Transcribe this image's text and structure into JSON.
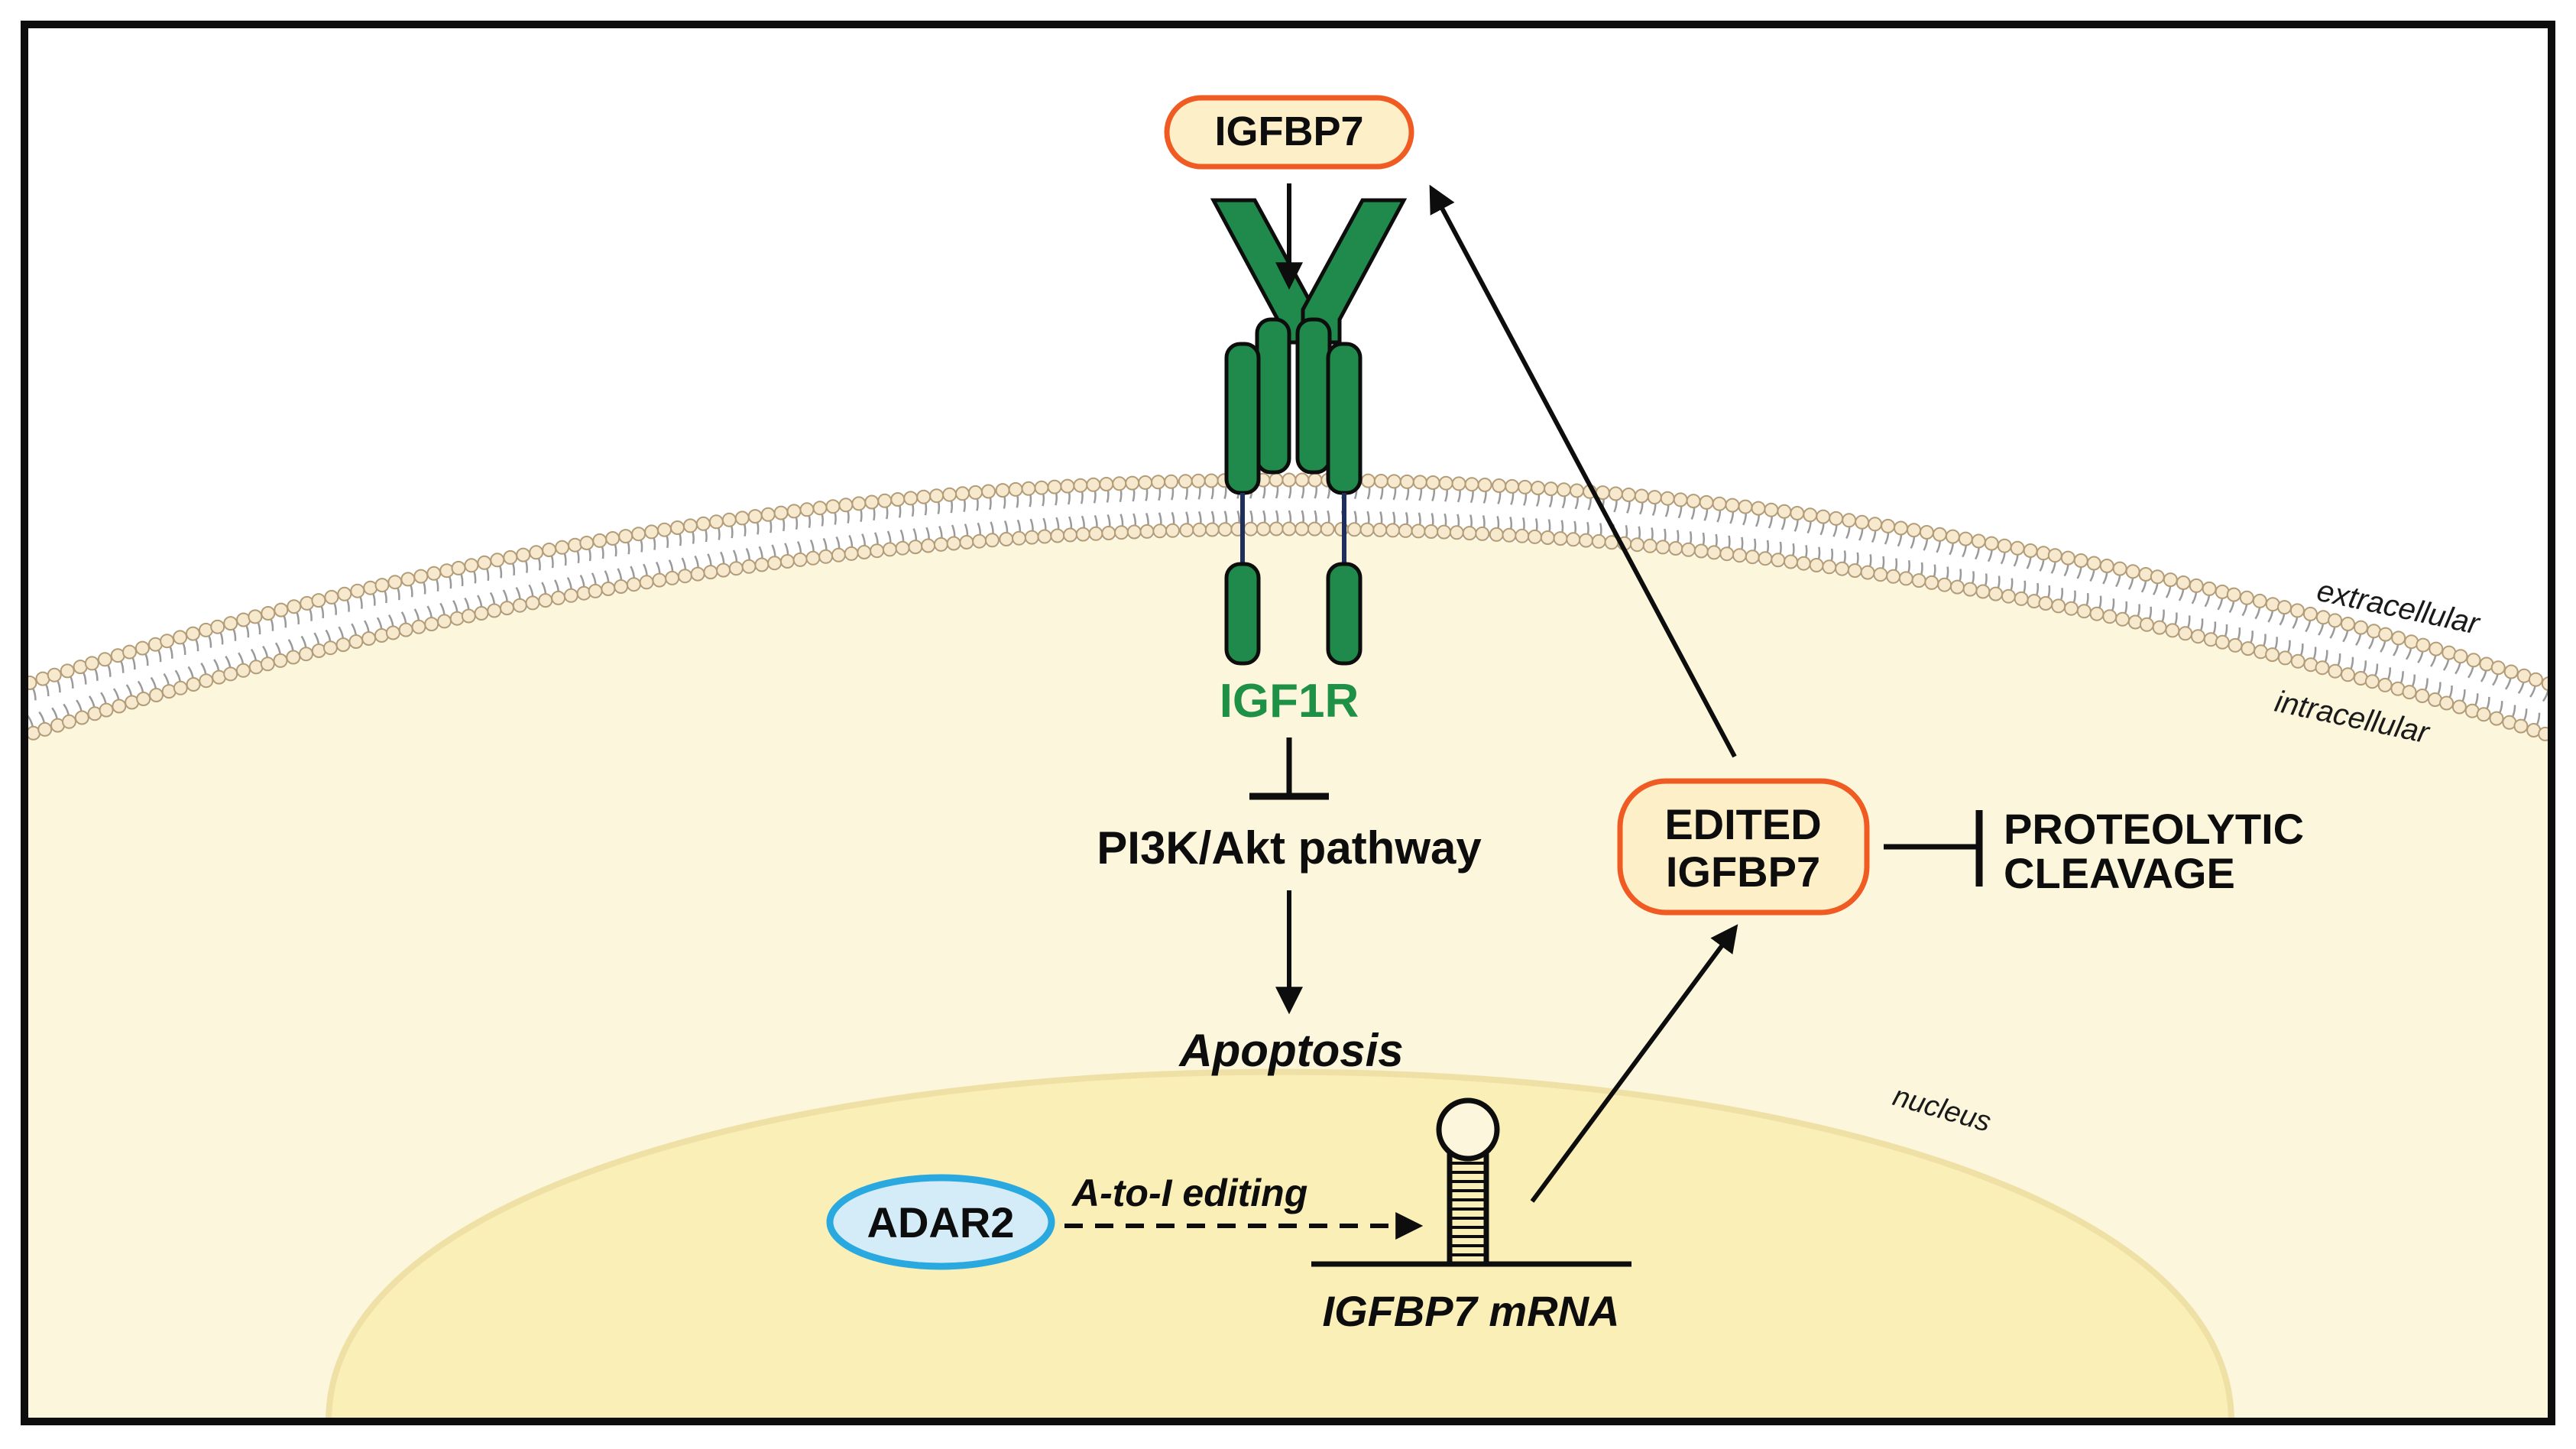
{
  "labels": {
    "igfbp7": "IGFBP7",
    "igf1r": "IGF1R",
    "pi3k_akt": "PI3K/Akt pathway",
    "apoptosis": "Apoptosis",
    "edited_line1": "EDITED",
    "edited_line2": "IGFBP7",
    "proteolytic_line1": "PROTEOLYTIC",
    "proteolytic_line2": "CLEAVAGE",
    "adar2": "ADAR2",
    "editing": "A-to-I editing",
    "mrna": "IGFBP7 mRNA",
    "extracellular": "extracellular",
    "intracellular": "intracellular",
    "nucleus": "nucleus"
  },
  "colors": {
    "receptor_green": "#1f8a4c",
    "receptor_label_green": "#1f9147",
    "igfbp7_fill": "#fdf0c8",
    "box_border_orange": "#ef5b22",
    "adar2_fill": "#d4ecf8",
    "adar2_border": "#29a9e0",
    "cytoplasm": "#fcf7dc",
    "nucleus_fill": "#faefb6",
    "nucleus_border": "#efe0a6",
    "lipid_head_fill": "#f7e9cd",
    "lipid_head_stroke": "#b39c78"
  }
}
